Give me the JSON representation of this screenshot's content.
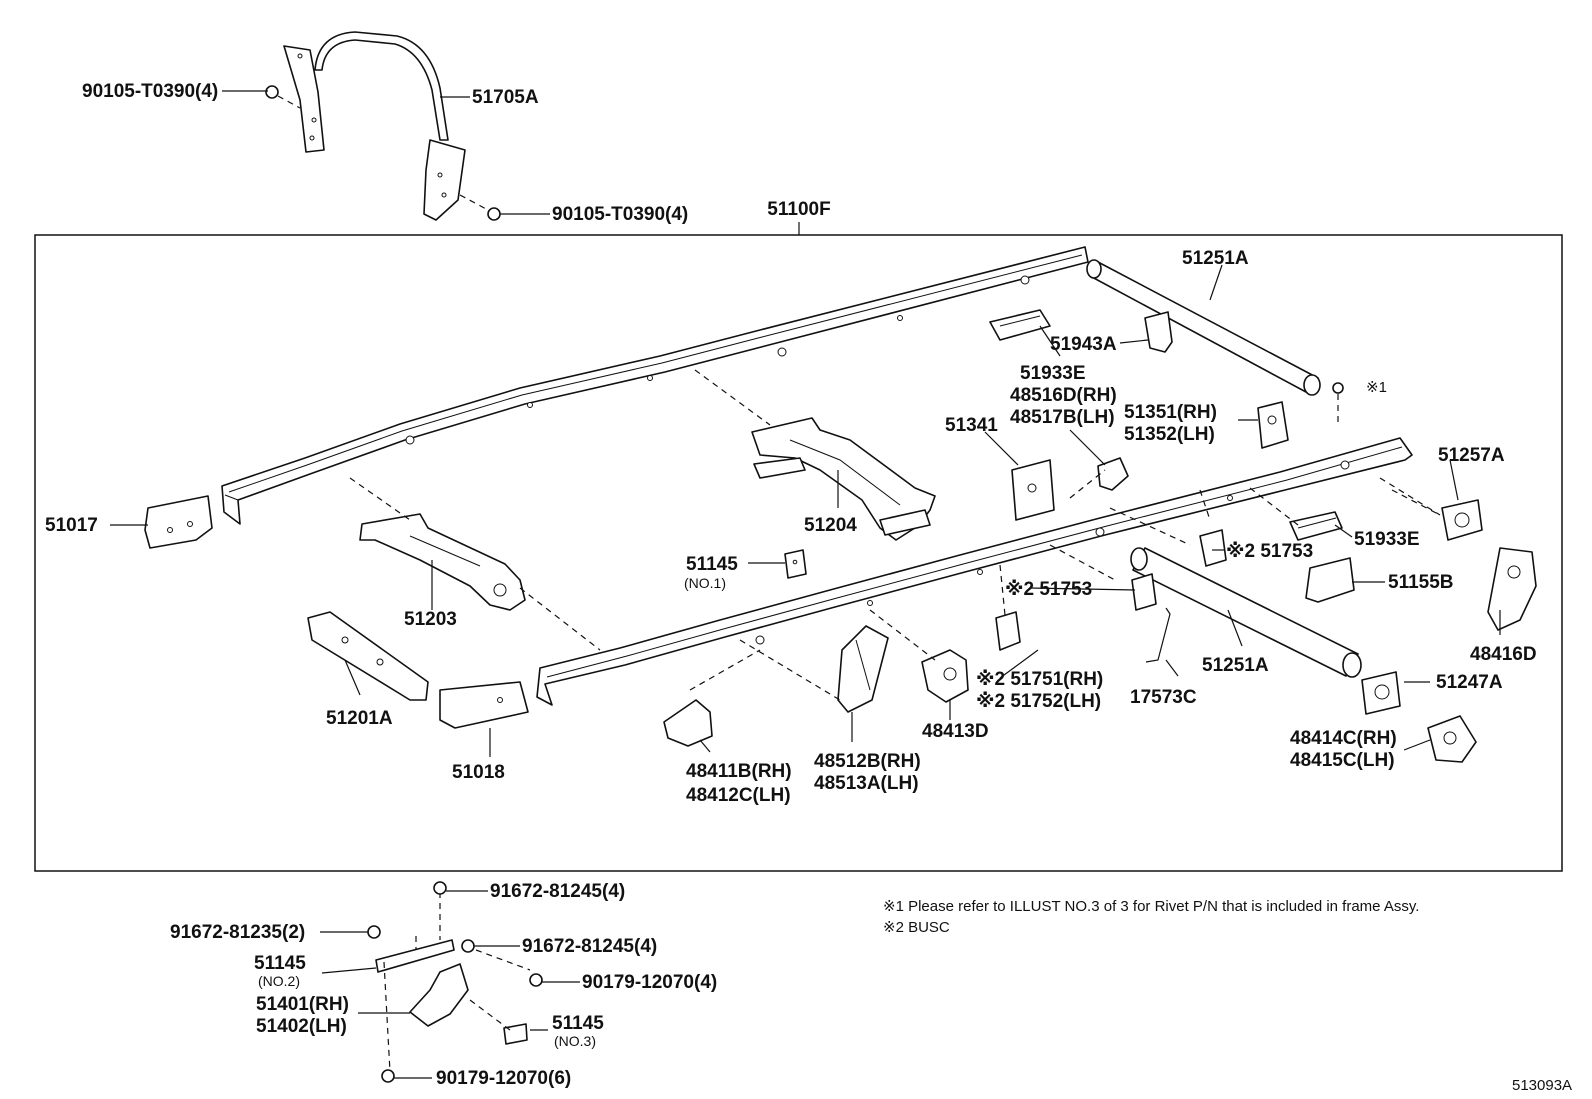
{
  "diagram_id": "513093A",
  "frame_label": "51100F",
  "labels": {
    "l_90105_top": "90105-T0390(4)",
    "l_51705A": "51705A",
    "l_90105_mid": "90105-T0390(4)",
    "l_51251A_top": "51251A",
    "l_51943A": "51943A",
    "l_51933E_top": "51933E",
    "l_48516D": "48516D(RH)",
    "l_48517B": "48517B(LH)",
    "l_51351": "51351(RH)",
    "l_51352": "51352(LH)",
    "l_51341": "51341",
    "l_rivet": "※1",
    "l_51257A": "51257A",
    "l_51017": "51017",
    "l_51204": "51204",
    "l_51933E_right": "51933E",
    "l_51145_no1": "51145",
    "l_51145_no1_sub": "(NO.1)",
    "l_51753_a": "※2 51753",
    "l_51753_b": "※2 51753",
    "l_51155B": "51155B",
    "l_51203": "51203",
    "l_48416D": "48416D",
    "l_51751": "※2 51751(RH)",
    "l_51752": "※2 51752(LH)",
    "l_51251A_low": "51251A",
    "l_51247A": "51247A",
    "l_17573C": "17573C",
    "l_51201A": "51201A",
    "l_48413D": "48413D",
    "l_48414C": "48414C(RH)",
    "l_48415C": "48415C(LH)",
    "l_48512B": "48512B(RH)",
    "l_48513A": "48513A(LH)",
    "l_48411B": "48411B(RH)",
    "l_48412C": "48412C(LH)",
    "l_51018": "51018",
    "l_91672_a": "91672-81245(4)",
    "l_91672_b": "91672-81235(2)",
    "l_91672_c": "91672-81245(4)",
    "l_51145_no2": "51145",
    "l_51145_no2_sub": "(NO.2)",
    "l_90179_a": "90179-12070(4)",
    "l_51401": "51401(RH)",
    "l_51402": "51402(LH)",
    "l_51145_no3": "51145",
    "l_51145_no3_sub": "(NO.3)",
    "l_90179_b": "90179-12070(6)"
  },
  "notes": {
    "note1": "※1 Please refer to ILLUST NO.3 of 3 for Rivet P/N that is included in frame Assy.",
    "note2": "※2 BUSC"
  }
}
